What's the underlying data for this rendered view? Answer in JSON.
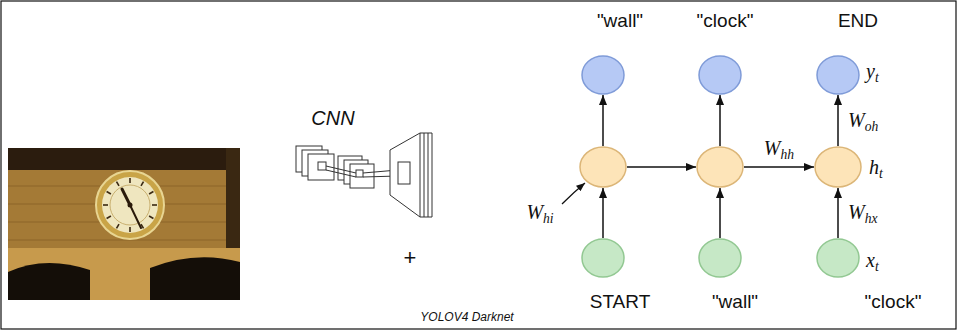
{
  "diagram": {
    "nodes": [
      {
        "text": [
          "\"wall\""
        ]
      },
      {
        "text": [
          "\"clock\""
        ]
      },
      {
        "text": [
          "END",
          "yt"
        ]
      },
      {
        "text": []
      },
      {
        "text": []
      },
      {
        "text": [
          "ht"
        ]
      },
      {
        "text": [
          "START"
        ]
      },
      {
        "text": [
          "\"wall\""
        ]
      },
      {
        "text": [
          "\"clock\"",
          "xt"
        ]
      }
    ],
    "edges": [
      {
        "from": 3,
        "to": 0,
        "arrow": "to"
      },
      {
        "from": 4,
        "to": 1,
        "arrow": "to"
      },
      {
        "from": 5,
        "to": 2,
        "label": "Woh",
        "arrow": "to"
      },
      {
        "from": 3,
        "to": 4,
        "arrow": "to"
      },
      {
        "from": 4,
        "to": 5,
        "label": "Whh",
        "arrow": "to"
      },
      {
        "from": 6,
        "to": 3,
        "arrow": "to"
      },
      {
        "from": 7,
        "to": 4,
        "arrow": "to"
      },
      {
        "from": 8,
        "to": 5,
        "label": "Whx",
        "arrow": "to"
      }
    ],
    "labels": [
      "CNN",
      "+",
      "YOLOV4 Darknet",
      "Whi"
    ]
  }
}
